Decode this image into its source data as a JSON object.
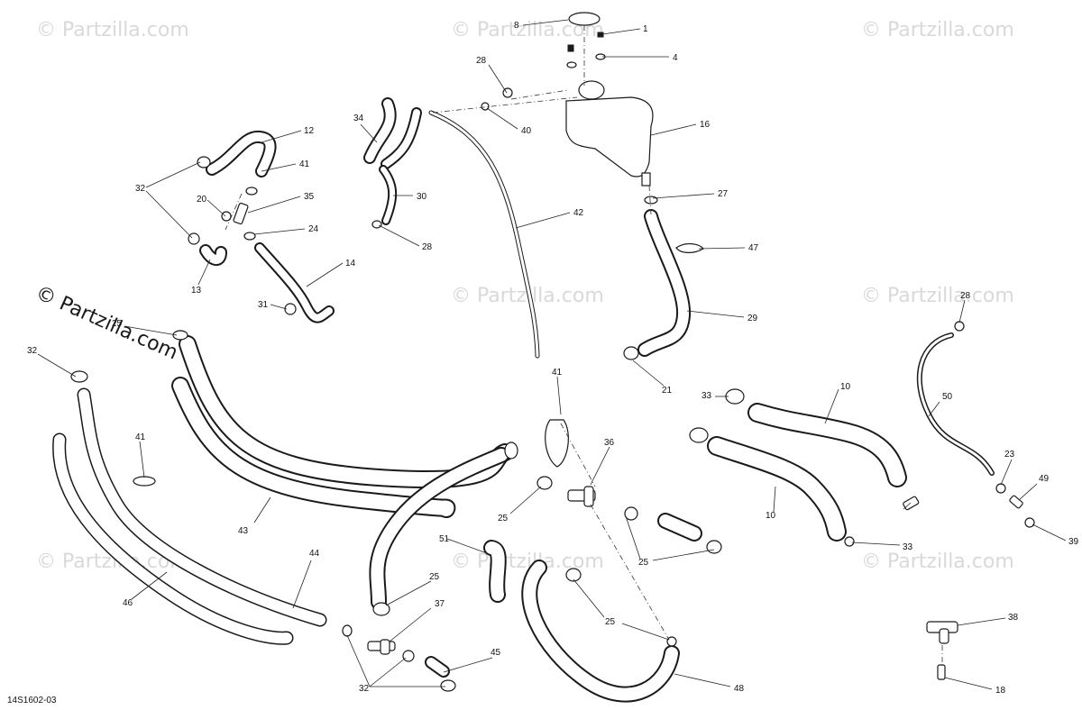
{
  "watermark": {
    "text": "© Partzilla.com",
    "prominent_text": "© Partzilla.com"
  },
  "reference_code": "14S1602-03",
  "callouts": [
    {
      "id": "c8",
      "label": "8"
    },
    {
      "id": "c1",
      "label": "1"
    },
    {
      "id": "c4",
      "label": "4"
    },
    {
      "id": "c28a",
      "label": "28"
    },
    {
      "id": "c40",
      "label": "40"
    },
    {
      "id": "c16",
      "label": "16"
    },
    {
      "id": "c12",
      "label": "12"
    },
    {
      "id": "c41a",
      "label": "41"
    },
    {
      "id": "c32a",
      "label": "32"
    },
    {
      "id": "c20",
      "label": "20"
    },
    {
      "id": "c35",
      "label": "35"
    },
    {
      "id": "c24",
      "label": "24"
    },
    {
      "id": "c13",
      "label": "13"
    },
    {
      "id": "c14",
      "label": "14"
    },
    {
      "id": "c31",
      "label": "31"
    },
    {
      "id": "c34",
      "label": "34"
    },
    {
      "id": "c30",
      "label": "30"
    },
    {
      "id": "c28b",
      "label": "28"
    },
    {
      "id": "c42",
      "label": "42"
    },
    {
      "id": "c27",
      "label": "27"
    },
    {
      "id": "c47",
      "label": "47"
    },
    {
      "id": "c29",
      "label": "29"
    },
    {
      "id": "c21",
      "label": "21"
    },
    {
      "id": "c25a",
      "label": "25"
    },
    {
      "id": "c32b",
      "label": "32"
    },
    {
      "id": "c41b",
      "label": "41"
    },
    {
      "id": "c41c",
      "label": "41"
    },
    {
      "id": "c43",
      "label": "43"
    },
    {
      "id": "c36",
      "label": "36"
    },
    {
      "id": "c25b",
      "label": "25"
    },
    {
      "id": "c33a",
      "label": "33"
    },
    {
      "id": "c10a",
      "label": "10"
    },
    {
      "id": "c10b",
      "label": "10"
    },
    {
      "id": "c33b",
      "label": "33"
    },
    {
      "id": "c28c",
      "label": "28"
    },
    {
      "id": "c50",
      "label": "50"
    },
    {
      "id": "c23",
      "label": "23"
    },
    {
      "id": "c49",
      "label": "49"
    },
    {
      "id": "c39",
      "label": "39"
    },
    {
      "id": "c25c",
      "label": "25"
    },
    {
      "id": "c44",
      "label": "44"
    },
    {
      "id": "c46",
      "label": "46"
    },
    {
      "id": "c51",
      "label": "51"
    },
    {
      "id": "c25d",
      "label": "25"
    },
    {
      "id": "c37",
      "label": "37"
    },
    {
      "id": "c25e",
      "label": "25"
    },
    {
      "id": "c45",
      "label": "45"
    },
    {
      "id": "c32c",
      "label": "32"
    },
    {
      "id": "c48",
      "label": "48"
    },
    {
      "id": "c38",
      "label": "38"
    },
    {
      "id": "c18",
      "label": "18"
    }
  ]
}
